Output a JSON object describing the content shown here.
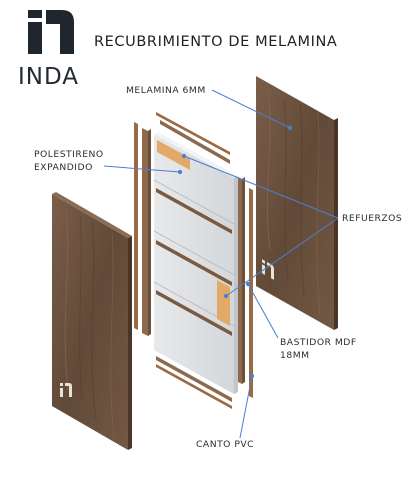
{
  "brand": {
    "logo_text": "INDA",
    "panel_mark": "INDA"
  },
  "title": "RECUBRIMIENTO DE MELAMINA",
  "labels": {
    "melamina": "MELAMINA 6MM",
    "poliestireno": "POLESTIRENO\nEXPANDIDO",
    "refuerzos": "REFUERZOS",
    "bastidor": "BASTIDOR MDF\n18MM",
    "canto": "CANTO PVC"
  },
  "colors": {
    "wood": "#6b5240",
    "wood_dark": "#4e3a2c",
    "foam": "#dfe1e3",
    "reinforcement": "#e2a968",
    "leader_line": "#4a7fd0",
    "text": "#222222"
  }
}
